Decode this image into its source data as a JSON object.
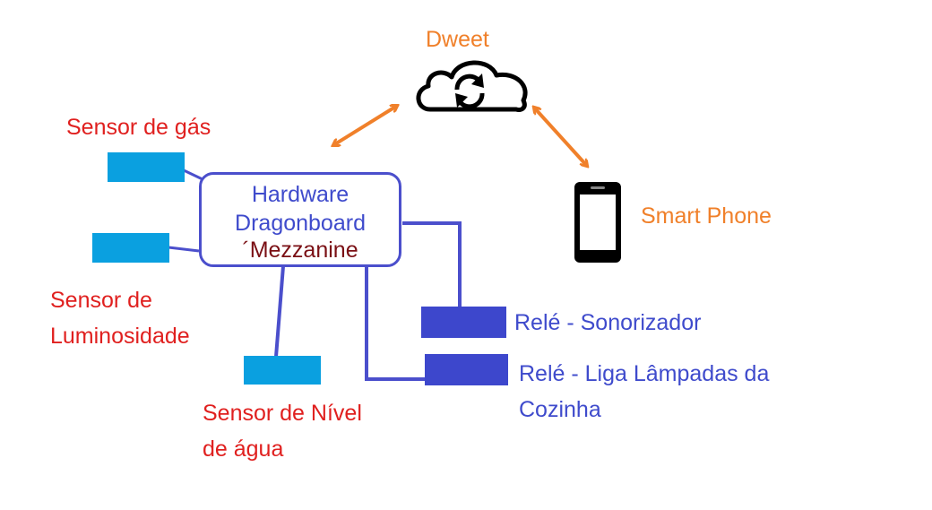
{
  "cloud": {
    "label": "Dweet",
    "icon": "cloud-sync-icon"
  },
  "phone": {
    "label": "Smart Phone",
    "icon": "smartphone-icon"
  },
  "hardware": {
    "line1": "Hardware",
    "line2": "Dragonboard",
    "line3": "´Mezzanine"
  },
  "sensors": {
    "gas": "Sensor de gás",
    "light": [
      "Sensor de",
      "Luminosidade"
    ],
    "water": [
      "Sensor de Nível",
      "de água"
    ]
  },
  "relays": {
    "sound": "Relé - Sonorizador",
    "lamps": [
      "Relé - Liga Lâmpadas da",
      "Cozinha"
    ]
  },
  "colors": {
    "sensor_label": "#e0201f",
    "cloud_label": "#f0802a",
    "relay_label": "#3f4bcc",
    "sensor_box": "#0aa0e0",
    "relay_box": "#3d47cc",
    "arrow": "#f0802a",
    "connector": "#4b4fcc"
  }
}
